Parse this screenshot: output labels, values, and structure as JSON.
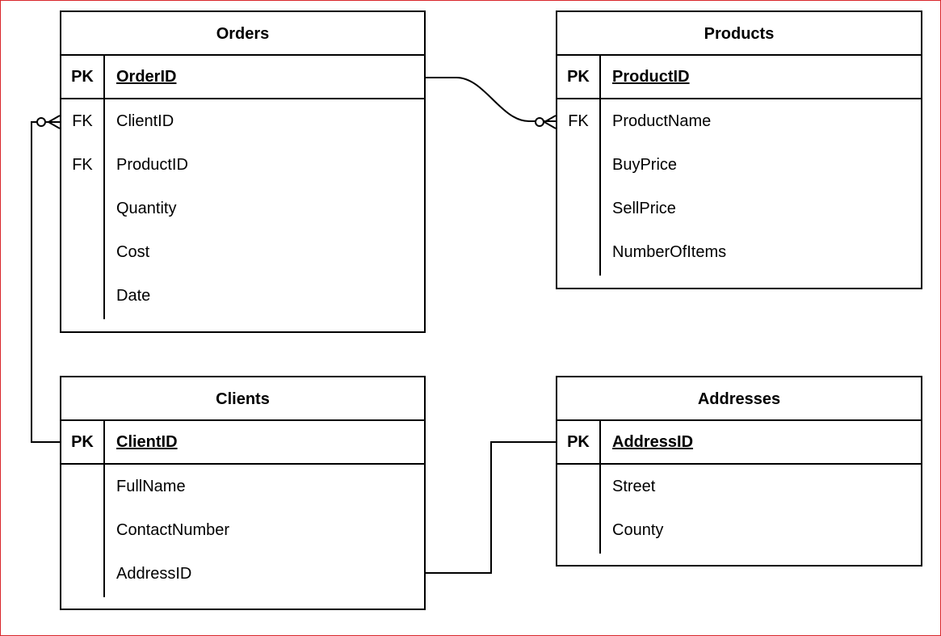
{
  "entities": {
    "orders": {
      "title": "Orders",
      "pk": {
        "key": "PK",
        "name": "OrderID"
      },
      "attributes": [
        {
          "key": "FK",
          "name": "ClientID"
        },
        {
          "key": "FK",
          "name": "ProductID"
        },
        {
          "key": "",
          "name": "Quantity"
        },
        {
          "key": "",
          "name": "Cost"
        },
        {
          "key": "",
          "name": "Date"
        }
      ]
    },
    "products": {
      "title": "Products",
      "pk": {
        "key": "PK",
        "name": "ProductID"
      },
      "attributes": [
        {
          "key": "FK",
          "name": "ProductName"
        },
        {
          "key": "",
          "name": "BuyPrice"
        },
        {
          "key": "",
          "name": "SellPrice"
        },
        {
          "key": "",
          "name": "NumberOfItems"
        }
      ]
    },
    "clients": {
      "title": "Clients",
      "pk": {
        "key": "PK",
        "name": "ClientID"
      },
      "attributes": [
        {
          "key": "",
          "name": "FullName"
        },
        {
          "key": "",
          "name": "ContactNumber"
        },
        {
          "key": "",
          "name": "AddressID"
        }
      ]
    },
    "addresses": {
      "title": "Addresses",
      "pk": {
        "key": "PK",
        "name": "AddressID"
      },
      "attributes": [
        {
          "key": "",
          "name": "Street"
        },
        {
          "key": "",
          "name": "County"
        }
      ]
    }
  },
  "relationships": [
    {
      "from": "Orders.OrderID",
      "to": "Products.ProductName",
      "to_end": "zero-or-many"
    },
    {
      "from": "Clients.ClientID",
      "to": "Orders.ClientID",
      "to_end": "zero-or-many"
    },
    {
      "from": "Clients.AddressID",
      "to": "Addresses.AddressID",
      "to_end": "none"
    }
  ],
  "colors": {
    "frame": "#d9262b",
    "line": "#000000",
    "background": "#ffffff"
  }
}
